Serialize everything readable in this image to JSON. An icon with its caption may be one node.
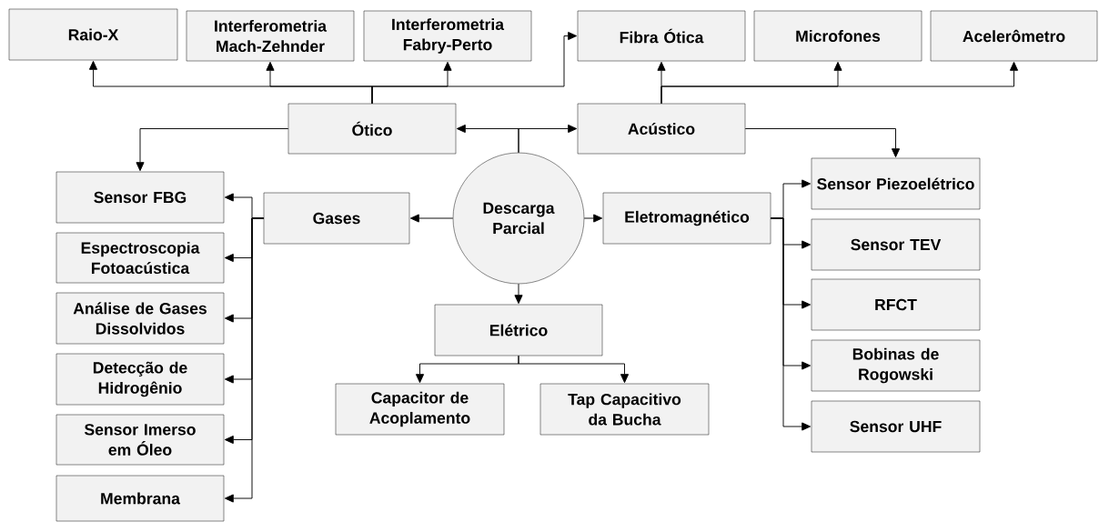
{
  "diagram": {
    "nodes": [
      {
        "text": [
          "Raio-X"
        ]
      },
      {
        "text": [
          "Interferometria Mach-Zehnder"
        ]
      },
      {
        "text": [
          "Interferometria Fabry-Perto"
        ]
      },
      {
        "text": [
          "Fibra Ótica"
        ]
      },
      {
        "text": [
          "Microfones"
        ]
      },
      {
        "text": [
          "Acelerômetro"
        ]
      },
      {
        "text": [
          "Ótico"
        ]
      },
      {
        "text": [
          "Acústico"
        ]
      },
      {
        "text": [
          "Sensor FBG"
        ]
      },
      {
        "text": [
          "Gases"
        ]
      },
      {
        "text": [
          "Descarga Parcial"
        ]
      },
      {
        "text": [
          "Eletromagnético"
        ]
      },
      {
        "text": [
          "Sensor Piezoelétrico"
        ]
      },
      {
        "text": [
          "Espectroscopia Fotoacústica"
        ]
      },
      {
        "text": [
          "Sensor TEV"
        ]
      },
      {
        "text": [
          "Análise de Gases Dissolvidos"
        ]
      },
      {
        "text": [
          "RFCT"
        ]
      },
      {
        "text": [
          "Detecção de Hidrogênio"
        ]
      },
      {
        "text": [
          "Bobinas de Rogowski"
        ]
      },
      {
        "text": [
          "Sensor Imerso em Óleo"
        ]
      },
      {
        "text": [
          "Sensor UHF"
        ]
      },
      {
        "text": [
          "Membrana"
        ]
      },
      {
        "text": [
          "Elétrico"
        ]
      },
      {
        "text": [
          "Capacitor de Acoplamento"
        ]
      },
      {
        "text": [
          "Tap Capacitivo da Bucha"
        ]
      }
    ],
    "edges": [
      {
        "from": 10,
        "to": 6,
        "arrow": "to"
      },
      {
        "from": 10,
        "to": 7,
        "arrow": "to"
      },
      {
        "from": 10,
        "to": 9,
        "arrow": "to"
      },
      {
        "from": 10,
        "to": 11,
        "arrow": "to"
      },
      {
        "from": 10,
        "to": 22,
        "arrow": "to"
      },
      {
        "from": 6,
        "to": 0,
        "arrow": "to"
      },
      {
        "from": 6,
        "to": 1,
        "arrow": "to"
      },
      {
        "from": 6,
        "to": 2,
        "arrow": "to"
      },
      {
        "from": 6,
        "to": 3,
        "arrow": "to"
      },
      {
        "from": 6,
        "to": 8,
        "arrow": "to"
      },
      {
        "from": 7,
        "to": 3,
        "arrow": "to"
      },
      {
        "from": 7,
        "to": 4,
        "arrow": "to"
      },
      {
        "from": 7,
        "to": 5,
        "arrow": "to"
      },
      {
        "from": 7,
        "to": 12,
        "arrow": "to"
      },
      {
        "from": 9,
        "to": 8,
        "arrow": "to"
      },
      {
        "from": 9,
        "to": 13,
        "arrow": "to"
      },
      {
        "from": 9,
        "to": 15,
        "arrow": "to"
      },
      {
        "from": 9,
        "to": 17,
        "arrow": "to"
      },
      {
        "from": 9,
        "to": 19,
        "arrow": "to"
      },
      {
        "from": 9,
        "to": 21,
        "arrow": "to"
      },
      {
        "from": 11,
        "to": 12,
        "arrow": "to"
      },
      {
        "from": 11,
        "to": 14,
        "arrow": "to"
      },
      {
        "from": 11,
        "to": 16,
        "arrow": "to"
      },
      {
        "from": 11,
        "to": 18,
        "arrow": "to"
      },
      {
        "from": 11,
        "to": 20,
        "arrow": "to"
      },
      {
        "from": 22,
        "to": 23,
        "arrow": "to"
      },
      {
        "from": 22,
        "to": 24,
        "arrow": "to"
      }
    ]
  }
}
